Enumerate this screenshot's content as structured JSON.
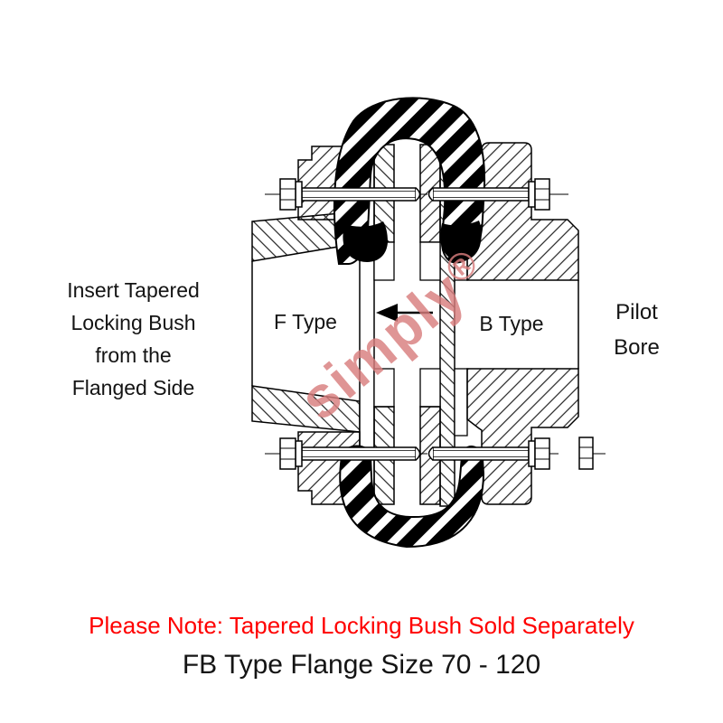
{
  "diagram": {
    "side_note": {
      "line1": "Insert Tapered",
      "line2": "Locking Bush",
      "line3": "from the",
      "line4": "Flanged Side"
    },
    "labels": {
      "f_type": "F Type",
      "b_type": "B Type",
      "pilot_line1": "Pilot",
      "pilot_line2": "Bore"
    },
    "watermark": {
      "text": "simply",
      "registered": "®",
      "color": "#d97e7e"
    },
    "colors": {
      "note_red": "#ff0000",
      "line_black": "#000000"
    }
  },
  "footer": {
    "note": "Please Note: Tapered Locking Bush Sold Separately",
    "title": "FB Type Flange Size 70 - 120"
  }
}
